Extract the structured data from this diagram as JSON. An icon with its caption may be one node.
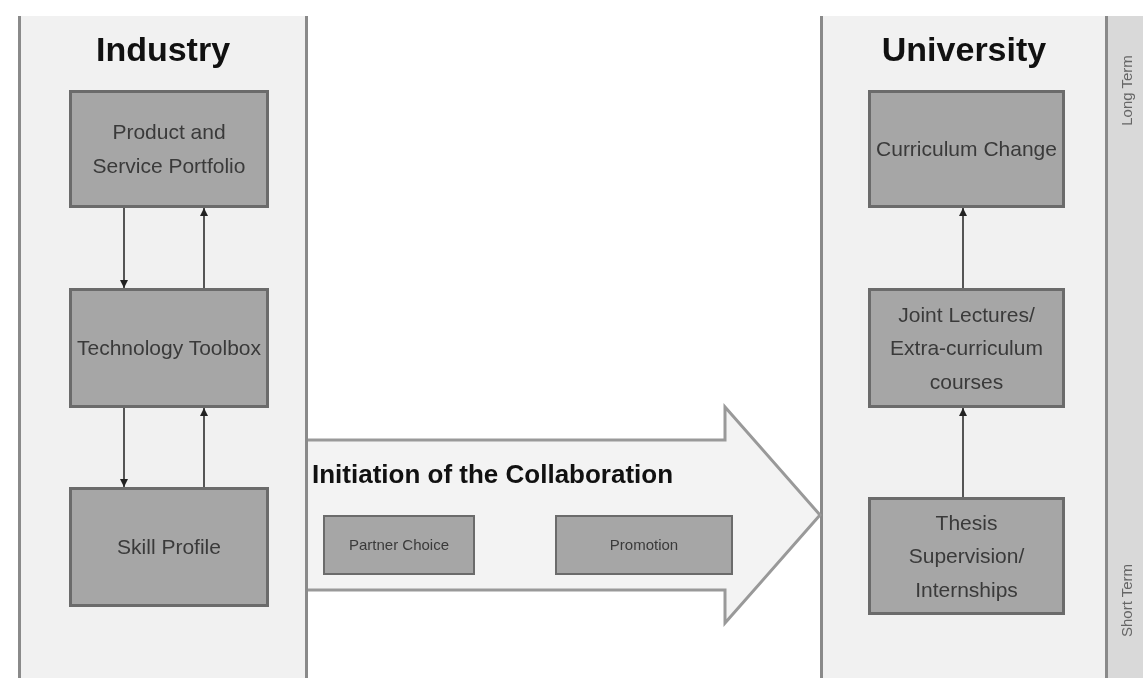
{
  "diagram": {
    "nodes": [
      {
        "text": [
          "Industry"
        ]
      },
      {
        "text": [
          "Product and Service Portfolio"
        ],
        "in": 0
      },
      {
        "text": [
          "Technology Toolbox"
        ],
        "in": 0
      },
      {
        "text": [
          "Skill Profile"
        ],
        "in": 0
      },
      {
        "text": [
          "University"
        ]
      },
      {
        "text": [
          "Curriculum Change"
        ],
        "in": 4
      },
      {
        "text": [
          "Joint Lectures/ Extra-curriculum courses"
        ],
        "in": 4
      },
      {
        "text": [
          "Thesis Supervision/ Internships"
        ],
        "in": 4
      },
      {
        "text": [
          "Initiation of the Collaboration"
        ]
      },
      {
        "text": [
          "Partner Choice"
        ],
        "in": 8
      },
      {
        "text": [
          "Promotion"
        ],
        "in": 8
      }
    ],
    "edges": [
      {
        "from": 1,
        "to": 2,
        "arrow": "to"
      },
      {
        "from": 2,
        "to": 1,
        "arrow": "to"
      },
      {
        "from": 2,
        "to": 3,
        "arrow": "to"
      },
      {
        "from": 3,
        "to": 2,
        "arrow": "to"
      },
      {
        "from": 7,
        "to": 6,
        "arrow": "to"
      },
      {
        "from": 6,
        "to": 5,
        "arrow": "to"
      }
    ],
    "labels": [
      "Long Term",
      "Short Term"
    ]
  }
}
